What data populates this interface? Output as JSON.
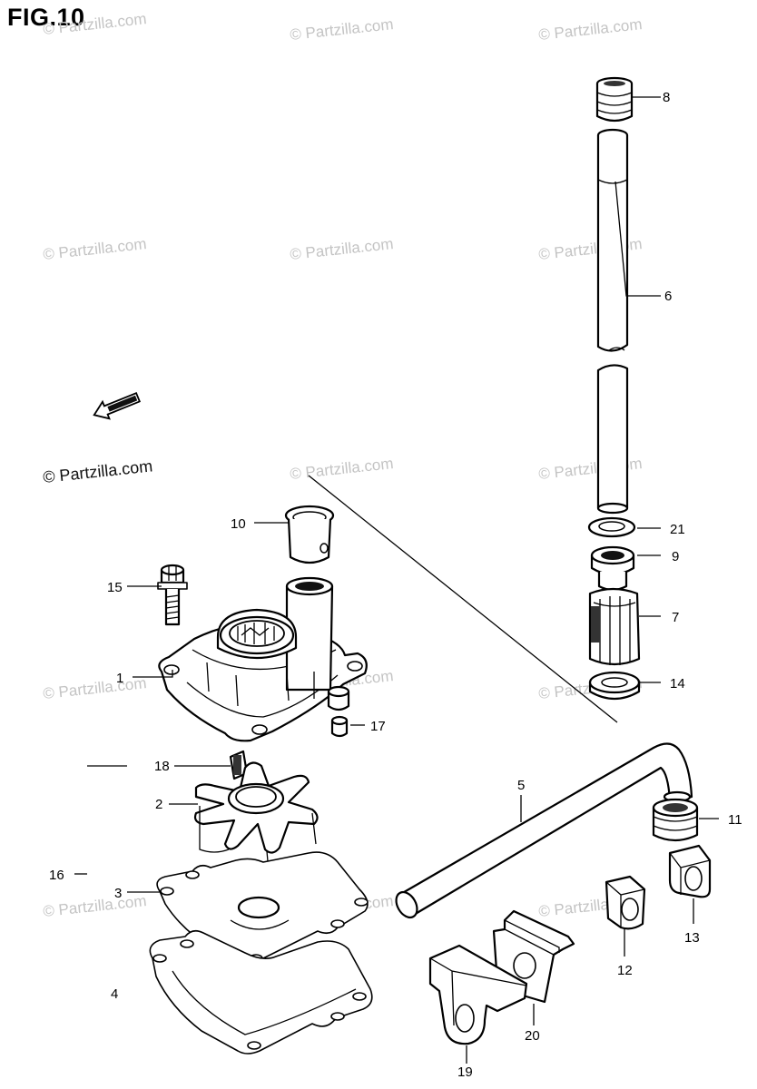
{
  "figure": {
    "title": "FIG.10"
  },
  "watermark": {
    "text": "© Partzilla.com",
    "color": "#c4c4c4"
  },
  "callouts": {
    "c1": "1",
    "c2": "2",
    "c3": "3",
    "c4": "4",
    "c5": "5",
    "c6": "6",
    "c7": "7",
    "c8": "8",
    "c9": "9",
    "c10": "10",
    "c11": "11",
    "c12": "12",
    "c13": "13",
    "c14": "14",
    "c15": "15",
    "c16": "16",
    "c17": "17",
    "c18": "18",
    "c19": "19",
    "c20": "20",
    "c21": "21"
  },
  "fwd_arrow": {
    "icon": "fwd-arrow-icon"
  }
}
